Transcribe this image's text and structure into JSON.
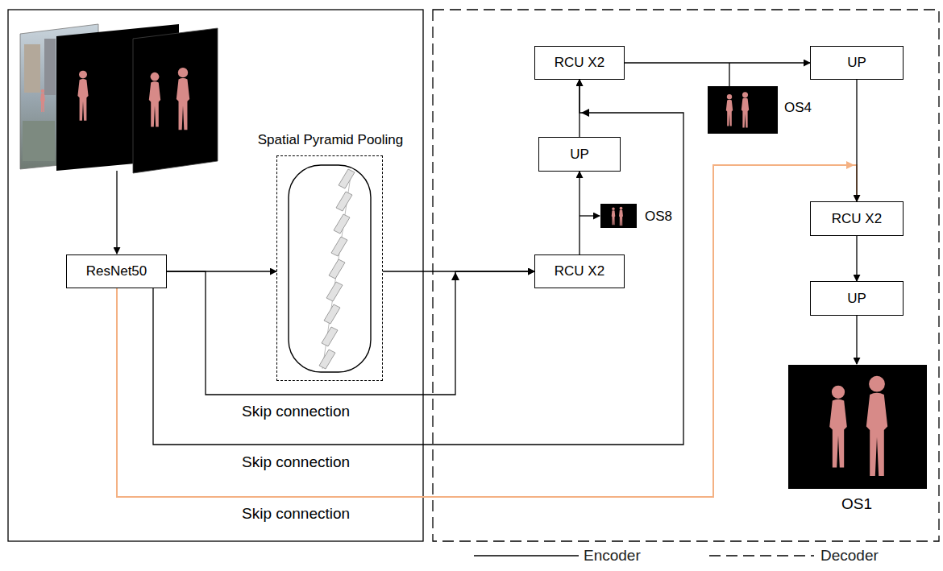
{
  "diagram": {
    "nodes": [
      {
        "text": [
          "ResNet50"
        ]
      },
      {
        "text": [
          "Spatial Pyramid Pooling"
        ]
      },
      {
        "text": [
          "RCU X2"
        ]
      },
      {
        "text": [
          "UP"
        ]
      },
      {
        "text": [
          "RCU X2"
        ]
      },
      {
        "text": [
          "UP"
        ]
      },
      {
        "text": [
          "RCU X2"
        ]
      },
      {
        "text": [
          "UP"
        ]
      }
    ],
    "edges": [
      {
        "from": 0,
        "to": 1,
        "arrow": "to"
      },
      {
        "from": 1,
        "to": 2,
        "arrow": "to"
      },
      {
        "from": 0,
        "to": 2,
        "arrow": "to"
      },
      {
        "from": 2,
        "to": 3,
        "arrow": "to"
      },
      {
        "from": 3,
        "to": 4,
        "arrow": "to"
      },
      {
        "from": 0,
        "to": 4,
        "arrow": "to"
      },
      {
        "from": 4,
        "to": 5,
        "arrow": "to"
      },
      {
        "from": 5,
        "to": 6,
        "arrow": "to"
      },
      {
        "from": 0,
        "to": 6,
        "arrow": "to"
      },
      {
        "from": 6,
        "to": 7,
        "arrow": "to"
      }
    ],
    "labels": [
      "OS8",
      "OS4",
      "OS1",
      "Skip connection",
      "Skip connection",
      "Skip connection"
    ],
    "legend": [
      {
        "text": "Encoder"
      },
      {
        "text": "Decoder"
      }
    ]
  }
}
